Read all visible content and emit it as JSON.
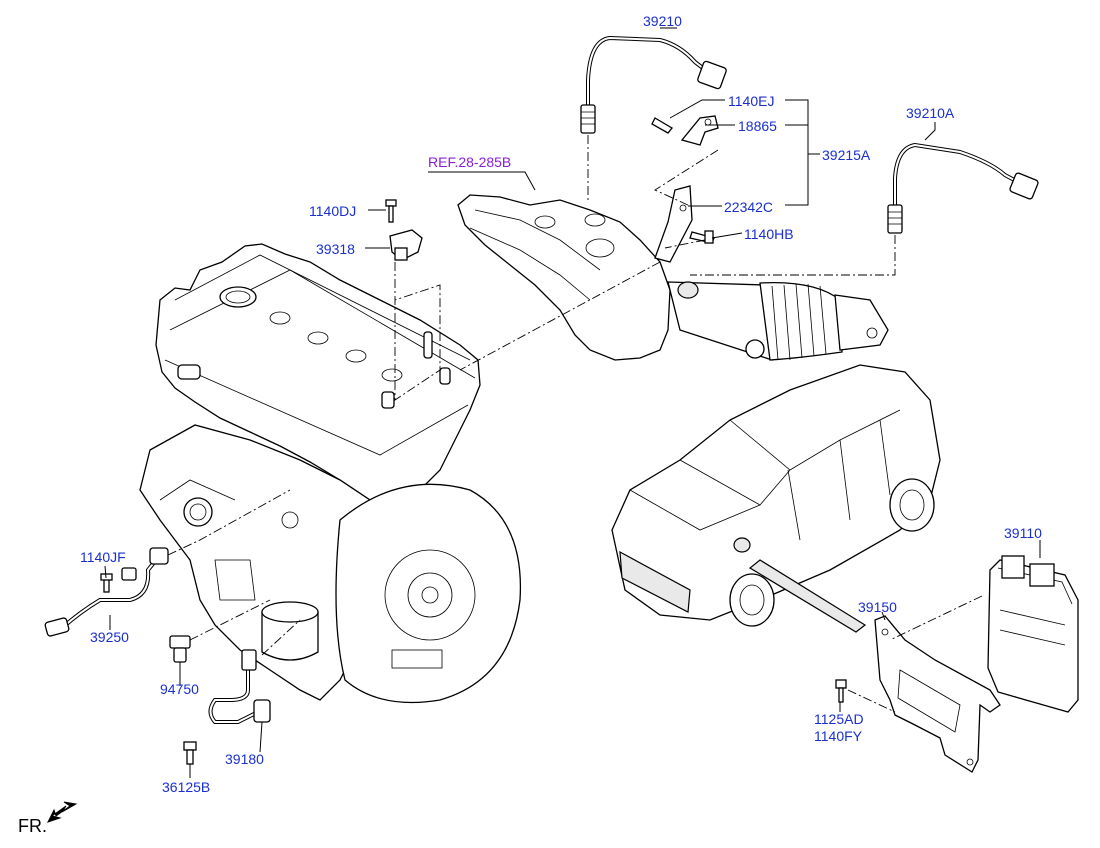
{
  "diagram": {
    "labels": {
      "p39210": "39210",
      "p1140EJ": "1140EJ",
      "p18865": "18865",
      "p39215A": "39215A",
      "p22342C": "22342C",
      "p1140HB": "1140HB",
      "p39210A": "39210A",
      "ref": "REF.28-285B",
      "p1140DJ": "1140DJ",
      "p39318": "39318",
      "p1140JF": "1140JF",
      "p39250": "39250",
      "p94750": "94750",
      "p36125B": "36125B",
      "p39180": "39180",
      "p39110": "39110",
      "p39150": "39150",
      "p1125AD": "1125AD",
      "p1140FY": "1140FY",
      "fr": "FR."
    },
    "colors": {
      "label": "#1a2fd0",
      "reference": "#8a1fd6",
      "line": "#000000"
    },
    "icons": {
      "front_direction": "arrow-down-left-icon"
    }
  }
}
